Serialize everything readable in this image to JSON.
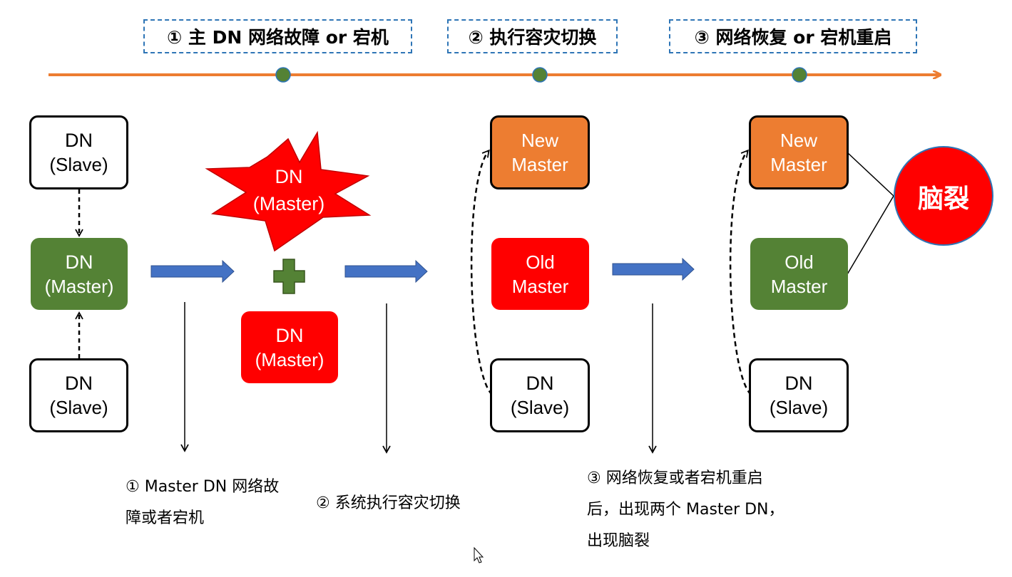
{
  "stages": [
    "① 主 DN 网络故障 or 宕机",
    "② 执行容灾切换",
    "③ 网络恢复 or 宕机重启"
  ],
  "nodes": {
    "slave_top": [
      "DN",
      "(Slave)"
    ],
    "master": [
      "DN",
      "(Master)"
    ],
    "slave_bottom": [
      "DN",
      "(Slave)"
    ],
    "failed_master": [
      "DN",
      "(Master)"
    ],
    "red_master": [
      "DN",
      "(Master)"
    ],
    "new_master_1": [
      "New",
      "Master"
    ],
    "old_master_1": [
      "Old",
      "Master"
    ],
    "slave_3": [
      "DN",
      "(Slave)"
    ],
    "new_master_2": [
      "New",
      "Master"
    ],
    "old_master_2": [
      "Old",
      "Master"
    ],
    "slave_4": [
      "DN",
      "(Slave)"
    ]
  },
  "split_brain": "脑裂",
  "notes": {
    "n1": [
      "① Master DN 网络故",
      "障或者宕机"
    ],
    "n2": [
      "② 系统执行容灾切换"
    ],
    "n3": [
      "③ 网络恢复或者宕机重启",
      "后，出现两个 Master DN，",
      "出现脑裂"
    ]
  },
  "colors": {
    "timeline": "#ed7d31",
    "timeline_dot": "#548235",
    "stage_border": "#2e75b6",
    "block_arrow": "#4472c4",
    "master_green": "#548235",
    "new_master_orange": "#ed7d31",
    "alert_red": "#ff0000"
  }
}
